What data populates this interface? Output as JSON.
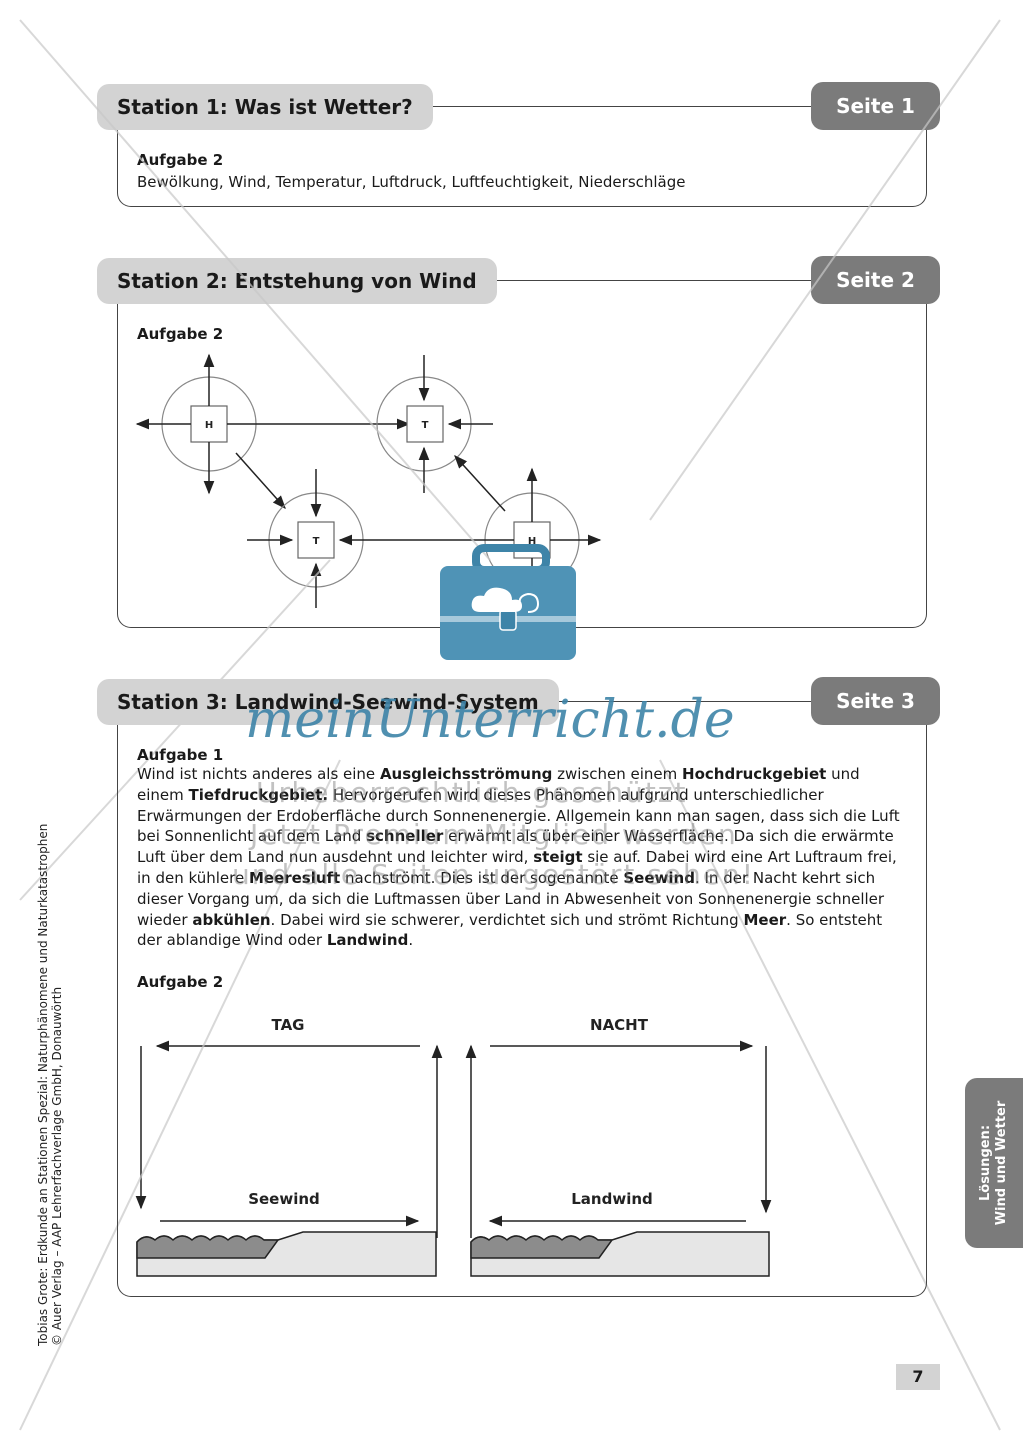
{
  "stations": [
    {
      "title": "Station 1: Was ist Wetter?",
      "page": "Seite 1",
      "tasks": [
        {
          "label": "Aufgabe 2",
          "text": "Bewölkung, Wind, Temperatur, Luftdruck, Luftfeuchtigkeit, Niederschläge"
        }
      ]
    },
    {
      "title": "Station 2: Entstehung von Wind",
      "page": "Seite 2",
      "tasks": [
        {
          "label": "Aufgabe 2"
        }
      ],
      "diagram_labels": {
        "high": "H",
        "low": "T"
      }
    },
    {
      "title": "Station 3: Landwind-Seewind-System",
      "page": "Seite 3",
      "tasks": [
        {
          "label": "Aufgabe 1",
          "segments": [
            {
              "t": "Wind ist nichts anderes als eine "
            },
            {
              "t": "Ausgleichsströmung",
              "b": true
            },
            {
              "t": " zwischen einem "
            },
            {
              "t": "Hochdruckgebiet",
              "b": true
            },
            {
              "t": " und einem "
            },
            {
              "t": "Tiefdruckgebiet.",
              "b": true
            },
            {
              "t": " Hervorgerufen wird dieses Phänomen aufgrund unterschiedlicher Erwärmungen der Erdoberfläche durch Sonnenenergie. Allgemein kann man sagen, dass sich die Luft bei Sonnenlicht auf dem Land "
            },
            {
              "t": "schneller",
              "b": true
            },
            {
              "t": " erwärmt als über einer Wasserfläche. Da sich die erwärmte Luft über dem Land nun ausdehnt und leichter wird, "
            },
            {
              "t": "steigt",
              "b": true
            },
            {
              "t": " sie auf. Dabei wird eine Art Luftraum frei, in den kühlere "
            },
            {
              "t": "Meeresluft",
              "b": true
            },
            {
              "t": " nachströmt. Dies ist der sogenannte "
            },
            {
              "t": "Seewind",
              "b": true
            },
            {
              "t": ". In der Nacht kehrt sich dieser Vorgang um, da sich die Luftmassen über Land in Abwesenheit von Sonnenenergie schneller wieder "
            },
            {
              "t": "abkühlen",
              "b": true
            },
            {
              "t": ". Dabei wird sie schwerer, verdichtet sich und strömt Richtung "
            },
            {
              "t": "Meer",
              "b": true
            },
            {
              "t": ". So entsteht der ablandige Wind oder "
            },
            {
              "t": "Landwind",
              "b": true
            },
            {
              "t": "."
            }
          ]
        },
        {
          "label": "Aufgabe 2"
        }
      ],
      "diagram_labels": {
        "day": "TAG",
        "night": "NACHT",
        "sea_wind": "Seewind",
        "land_wind": "Landwind"
      }
    }
  ],
  "side_tab": {
    "line1": "Lösungen:",
    "line2": "Wind und Wetter"
  },
  "credit": {
    "line1": "Tobias Grote: Erdkunde an Stationen Spezial: Naturphänomene und Naturkatastrophen",
    "line2": "© Auer Verlag – AAP Lehrerfachverlage GmbH, Donauwörth"
  },
  "page_number": "7",
  "watermark": {
    "brand": "meinUnterricht.de",
    "line1": "Urheberrechtlich geschützt",
    "line2": "Jetzt Premium-Mitglied werden",
    "line3": "und alle Seiten ungestört sehen!"
  },
  "colors": {
    "pill_light": "#d3d3d3",
    "pill_dark": "#7b7b7b",
    "brand_blue": "#3e84a8"
  }
}
